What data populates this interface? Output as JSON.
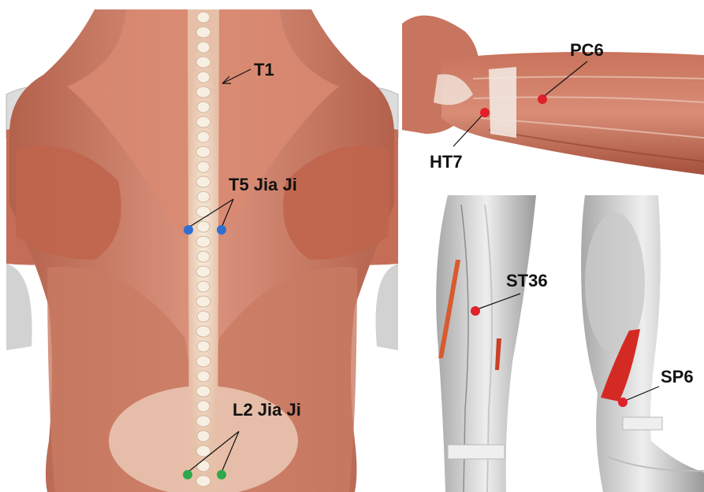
{
  "back_panel": {
    "labels": {
      "t1": "T1",
      "t5": "T5 Jia Ji",
      "l2": "L2 Jia Ji"
    },
    "point_colors": {
      "t5": "#2f6fd1",
      "l2": "#2ea84b"
    }
  },
  "arm_panel": {
    "labels": {
      "pc6": "PC6",
      "ht7": "HT7"
    },
    "point_color": "#e0202a"
  },
  "leg_panel": {
    "labels": {
      "st36": "ST36",
      "sp6": "SP6"
    },
    "point_color": "#e0202a"
  },
  "colors": {
    "muscle": "#cf7e68",
    "muscle_dark": "#a9553f",
    "muscle_light": "#e9b5a3",
    "spine": "#f3e6d5",
    "bone_grey": "#d9d9d9",
    "tendon": "#f2e7df"
  }
}
